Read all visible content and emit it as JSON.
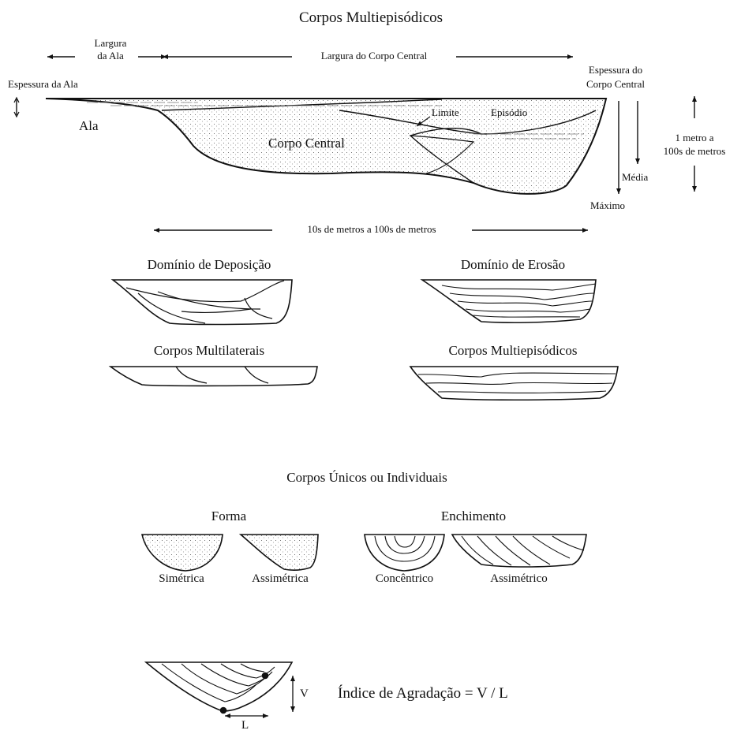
{
  "multi_episodic": {
    "title": "Corpos Multiepisódicos",
    "wing_width_l1": "Largura",
    "wing_width_l2": "da Ala",
    "central_width": "Largura do Corpo Central",
    "wing_thickness": "Espessura da Ala",
    "central_thickness_l1": "Espessura do",
    "central_thickness_l2": "Corpo Central",
    "wing": "Ala",
    "central_body": "Corpo Central",
    "limit": "Limite",
    "episode": "Episódio",
    "average": "Média",
    "maximum": "Máximo",
    "height_range_l1": "1 metro a",
    "height_range_l2": "100s de metros",
    "width_range": "10s de metros a 100s de metros"
  },
  "types": {
    "deposition": "Domínio de Deposição",
    "erosion": "Domínio de Erosão",
    "multilateral": "Corpos Multilaterais",
    "multiepisodic": "Corpos Multiepisódicos"
  },
  "single": {
    "title": "Corpos Únicos ou Individuais",
    "form": "Forma",
    "fill": "Enchimento",
    "symmetric": "Simétrica",
    "asymmetric_f": "Assimétrica",
    "concentric": "Concêntrico",
    "asymmetric_m": "Assimétrico"
  },
  "aggradation": {
    "v_label": "V",
    "l_label": "L",
    "formula": "Índice de Agradação = V / L"
  }
}
